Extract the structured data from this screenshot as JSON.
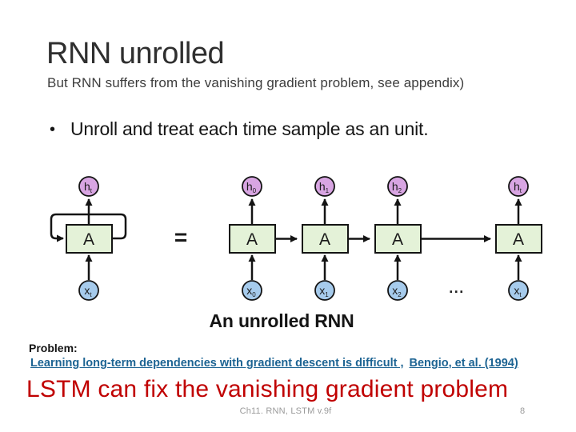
{
  "slide": {
    "title": "RNN unrolled",
    "subtitle": "But RNN suffers from the vanishing gradient problem, see appendix)",
    "bullet_marker": "•",
    "bullet": "Unroll and treat each time sample as an unit.",
    "caption": "An unrolled RNN",
    "problem_label": "Problem:",
    "link_primary": "Learning long-term dependencies with gradient descent is difficult ,",
    "link_citation": "Bengio, et al. (1994)",
    "conclusion": "LSTM can fix the vanishing gradient problem",
    "footer": "Ch11. RNN, LSTM  v.9f",
    "page_number": "8"
  },
  "diagram": {
    "equals": "=",
    "ellipsis": "...",
    "cell_label": "A",
    "h_letter": "h",
    "x_letter": "x",
    "left_unit": {
      "h_sub": "t",
      "x_sub": "t"
    },
    "units": [
      {
        "h_sub": "0",
        "x_sub": "0"
      },
      {
        "h_sub": "1",
        "x_sub": "1"
      },
      {
        "h_sub": "2",
        "x_sub": "2"
      },
      {
        "h_sub": "t",
        "x_sub": "t"
      }
    ],
    "colors": {
      "cell_fill": "#e4f2d8",
      "h_fill": "#d8a5e2",
      "x_fill": "#a6cbec",
      "stroke": "#141414",
      "link_blue": "#1d6493",
      "conclusion_red": "#c00000"
    }
  }
}
